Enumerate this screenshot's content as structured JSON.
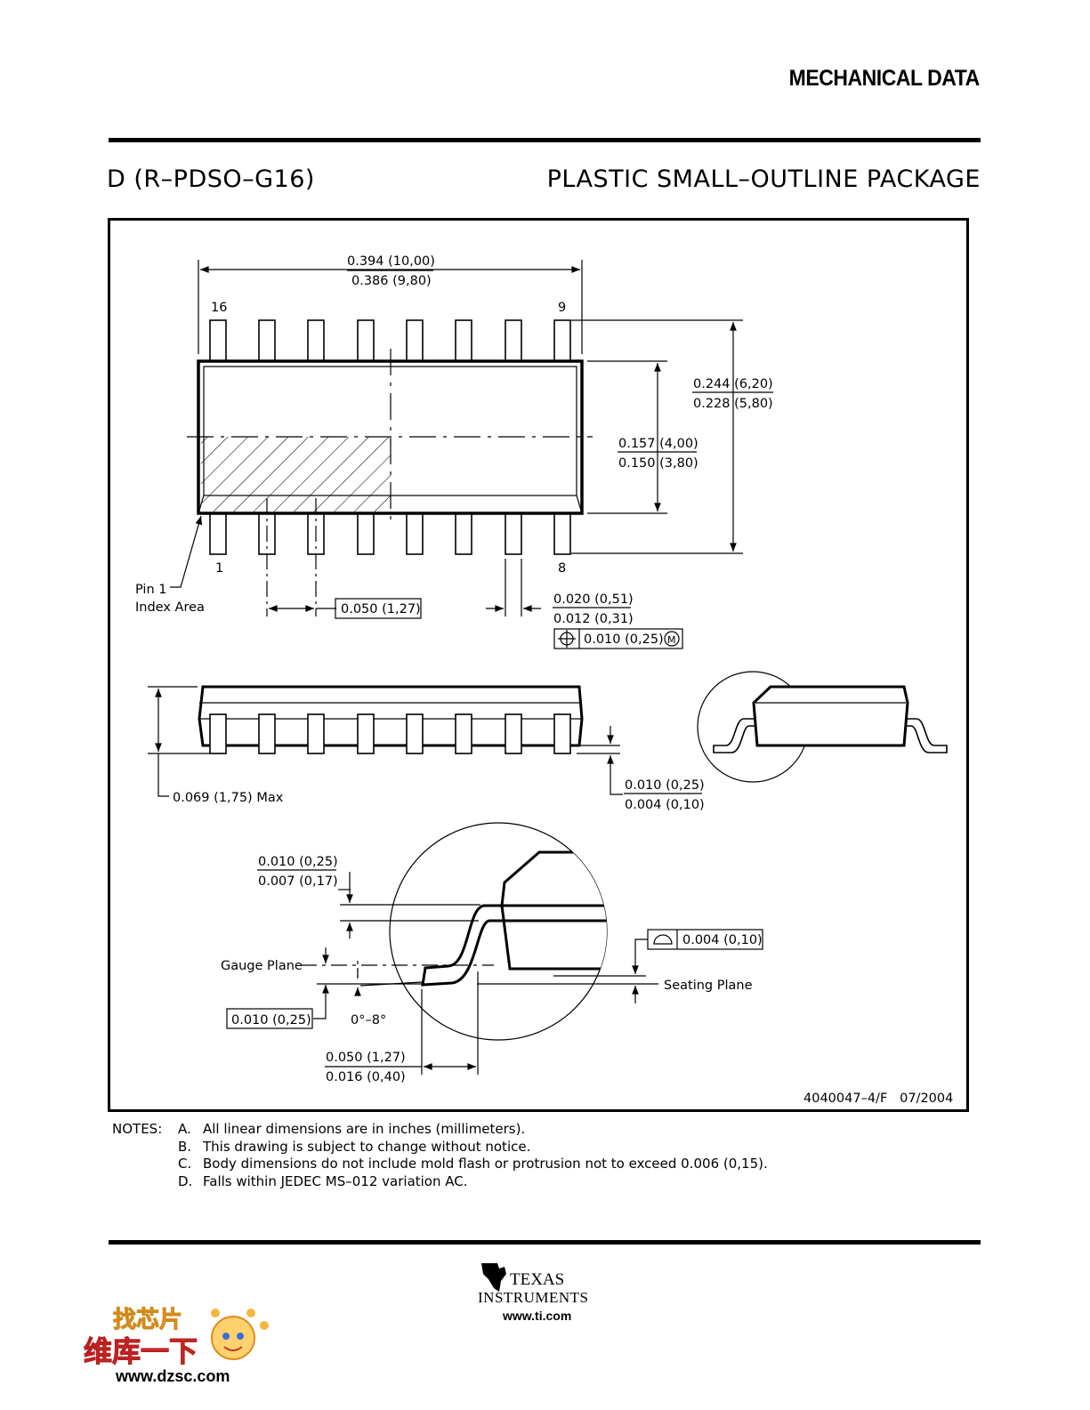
{
  "header": {
    "section_title": "MECHANICAL DATA"
  },
  "package": {
    "code": "D (R–PDSO–G16)",
    "type": "PLASTIC SMALL–OUTLINE PACKAGE"
  },
  "drawing": {
    "length_max": "0.394 (10,00)",
    "length_min": "0.386 (9,80)",
    "pin_16": "16",
    "pin_9": "9",
    "pin_1": "1",
    "pin_8": "8",
    "width_total_max": "0.244 (6,20)",
    "width_total_min": "0.228 (5,80)",
    "body_width_max": "0.157 (4,00)",
    "body_width_min": "0.150 (3,80)",
    "pin1_label_line1": "Pin 1",
    "pin1_label_line2": "Index Area",
    "pitch": "0.050 (1,27)",
    "lead_width_max": "0.020 (0,51)",
    "lead_width_min": "0.012 (0,31)",
    "position_tolerance": "0.010 (0,25)",
    "position_modifier": "M",
    "height_max": "0.069 (1,75) Max",
    "standoff_max": "0.010 (0,25)",
    "standoff_min": "0.004 (0,10)",
    "lead_thick_max": "0.010 (0,25)",
    "lead_thick_min": "0.007 (0,17)",
    "gauge_plane": "Gauge Plane",
    "gauge_dim": "0.010 (0,25)",
    "angle": "0°–8°",
    "flatness": "0.004 (0,10)",
    "seating_plane": "Seating Plane",
    "foot_max": "0.050 (1,27)",
    "foot_min": "0.016 (0,40)",
    "drawing_number": "4040047–4/F   07/2004"
  },
  "notes": {
    "heading": "NOTES:",
    "items": [
      {
        "letter": "A.",
        "text": "All linear dimensions are in inches (millimeters)."
      },
      {
        "letter": "B.",
        "text": "This drawing is subject to change without notice."
      },
      {
        "letter": "C.",
        "text": "Body dimensions do not include mold flash or protrusion not to exceed 0.006 (0,15)."
      },
      {
        "letter": "D.",
        "text": "Falls within JEDEC MS–012 variation AC."
      }
    ]
  },
  "footer": {
    "logo_line1": "TEXAS",
    "logo_line2": "INSTRUMENTS",
    "url": "www.ti.com"
  },
  "watermark": {
    "chinese_top": "找芯片",
    "chinese_bottom": "维库一下",
    "url": "www.dzsc.com"
  }
}
